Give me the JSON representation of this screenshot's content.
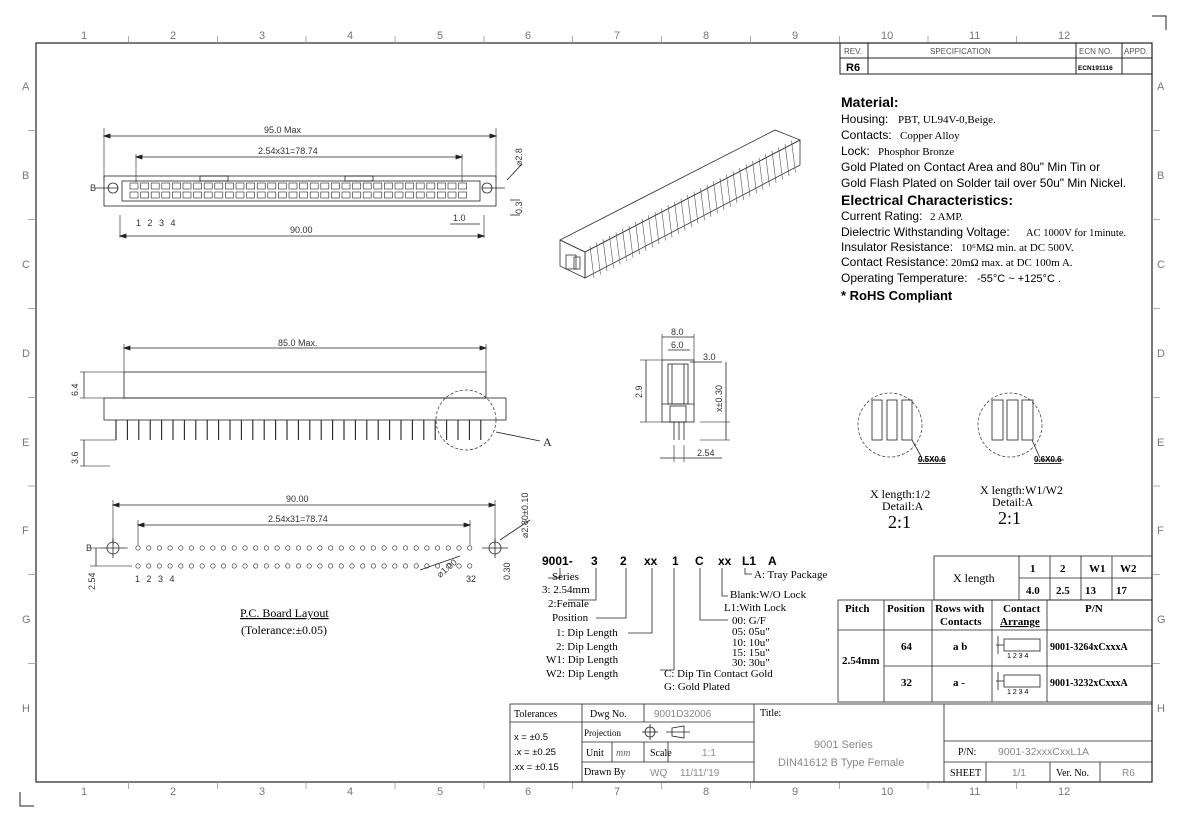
{
  "grid": {
    "cols": [
      "1",
      "2",
      "3",
      "4",
      "5",
      "6",
      "7",
      "8",
      "9",
      "10",
      "11",
      "12"
    ],
    "rows": [
      "A",
      "B",
      "C",
      "D",
      "E",
      "F",
      "G",
      "H"
    ]
  },
  "revision": {
    "rev_label": "REV.",
    "spec_label": "SPECIFICATION",
    "ecn_label": "ECN NO.",
    "appd_label": "APPD.",
    "rev_value": "R6",
    "ecn_value": "ECN191116"
  },
  "spec": {
    "material_title": "Material:",
    "housing_label": "Housing:",
    "housing_value": "PBT, UL94V-0,Beige.",
    "contacts_label": "Contacts:",
    "contacts_value": "Copper Alloy",
    "lock_label": "Lock:",
    "lock_value": "Phosphor Bronze",
    "plating_1": "Gold Plated on Contact Area and 80u\" Min Tin or",
    "plating_2": "Gold Flash Plated on Solder tail over 50u\" Min Nickel.",
    "electrical_title": "Electrical Characteristics:",
    "current_label": "Current Rating:",
    "current_value": "2 AMP.",
    "dielectric_label": "Dielectric Withstanding Voltage:",
    "dielectric_value": "AC 1000V for 1minute.",
    "insulator_label": "Insulator Resistance:",
    "insulator_value": "10⁶MΩ min. at DC 500V.",
    "contact_res_label": "Contact Resistance:",
    "contact_res_value": "20mΩ max. at DC 100m A.",
    "temp_label": "Operating Temperature:",
    "temp_value": "-55°C ~ +125°C .",
    "rohs": "* RoHS Compliant"
  },
  "top_view": {
    "dim_overall": "95.0 Max",
    "dim_pitch": "2.54x31=78.74",
    "dim_mount": "90.00",
    "dim_tail": "1.0",
    "dim_hole": "⌀2.8",
    "dim_height": "0.3",
    "pin_numbers": [
      "1",
      "2",
      "3",
      "4"
    ],
    "marker": "B"
  },
  "side_view": {
    "dim_length": "85.0 Max.",
    "dim_height": "6.4",
    "dim_tail": "3.6",
    "callout": "A"
  },
  "end_view": {
    "dim_width": "8.0",
    "dim_inner": "6.0",
    "dim_lock": "3.0",
    "dim_body": "2.9",
    "dim_tail": "x±0.30",
    "dim_row": "2.54"
  },
  "pcb": {
    "dim_mount": "90.00",
    "dim_pitch": "2.54x31=78.74",
    "dim_mount_hole": "⌀2.80±0.10",
    "dim_pin_hole": "⌀1.00",
    "dim_row": "2.54",
    "dim_offset": "0.30",
    "pin_first": [
      "1",
      "2",
      "3",
      "4"
    ],
    "pin_last": "32",
    "marker": "B",
    "title": "P.C. Board Layout",
    "tolerance": "(Tolerance:±0.05)"
  },
  "details": [
    {
      "tag": "0.5X0.6",
      "line1": "X length:1/2",
      "line2": "Detail:A",
      "scale": "2:1"
    },
    {
      "tag": "0.6X0.6",
      "line1": "X length:W1/W2",
      "line2": "Detail:A",
      "scale": "2:1"
    }
  ],
  "part_code": {
    "segments": [
      "9001-",
      "3",
      "2",
      "xx",
      "1",
      "C",
      "xx",
      "L1",
      "A"
    ],
    "series_label": "Series",
    "series_value": "3: 2.54mm",
    "female": "2:Female",
    "position": "Position",
    "dip1": "1: Dip Length",
    "dip2": "2: Dip Length",
    "dipw1": "W1: Dip Length",
    "dipw2": "W2: Dip Length",
    "plating_c": "C: Dip Tin  Contact Gold",
    "plating_g": "G: Gold Plated",
    "gold_00": "00: G/F",
    "gold_05": "05: 05u\"",
    "gold_10": "10: 10u\"",
    "gold_15": "15: 15u\"",
    "gold_30": "30: 30u\"",
    "lock_blank": "Blank:W/O Lock",
    "lock_l1": "L1:With Lock",
    "tray": "A: Tray Package"
  },
  "xlength_table": {
    "header": "X length",
    "cols": [
      "1",
      "2",
      "W1",
      "W2"
    ],
    "values": [
      "4.0",
      "2.5",
      "13",
      "17"
    ]
  },
  "pn_table": {
    "headers": [
      "Pitch",
      "Position",
      "Rows with Contacts",
      "Contact Arrange",
      "P/N"
    ],
    "pitch": "2.54mm",
    "rows": [
      {
        "position": "64",
        "rows": "a b",
        "pn": "9001-3264xCxxxA"
      },
      {
        "position": "32",
        "rows": "a -",
        "pn": "9001-3232xCxxxA"
      }
    ],
    "arrange_numbers": "1 2 3 4"
  },
  "title_block": {
    "tolerances_label": "Tolerances",
    "tol_1": "x = ±0.5",
    "tol_2": ".x = ±0.25",
    "tol_3": ".xx = ±0.15",
    "dwg_label": "Dwg No.",
    "dwg_value": "9001D32006",
    "projection_label": "Projection",
    "unit_label": "Unit",
    "unit_value": "mm",
    "scale_label": "Scale",
    "scale_value": "1:1",
    "drawn_label": "Drawn By",
    "drawn_value": "WQ",
    "drawn_date": "11/11/'19",
    "title_label": "Title:",
    "title_line1": "9001 Series",
    "title_line2": "DIN41612 B Type Female",
    "pn_label": "P/N:",
    "pn_value": "9001-32xxxCxxL1A",
    "sheet_label": "SHEET",
    "sheet_value": "1/1",
    "ver_label": "Ver. No.",
    "ver_value": "R6"
  }
}
